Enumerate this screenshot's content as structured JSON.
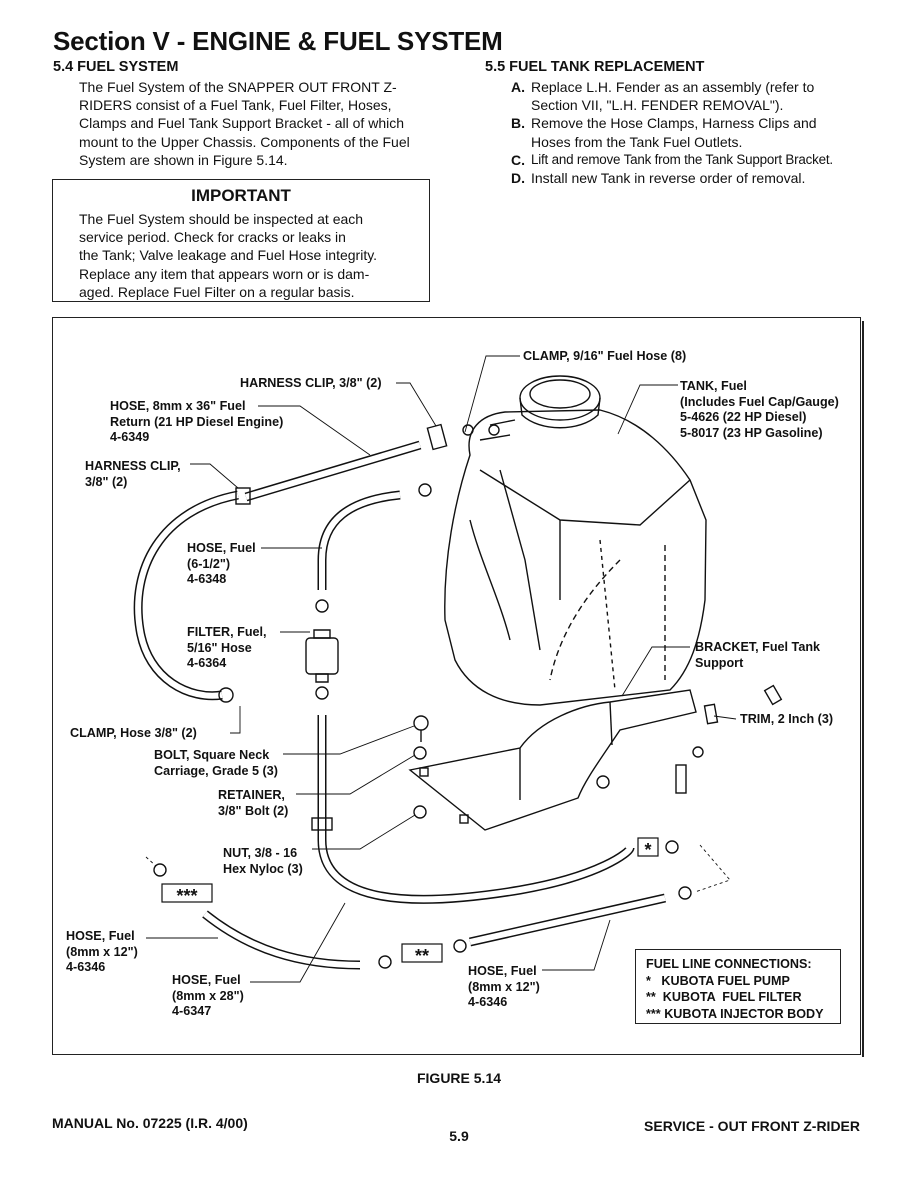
{
  "page": {
    "title": "Section V - ENGINE & FUEL SYSTEM"
  },
  "fuel_system": {
    "heading": "5.4 FUEL SYSTEM",
    "body_lines": [
      "The Fuel System of the SNAPPER OUT FRONT Z-",
      "RIDERS consist of a Fuel Tank, Fuel Filter, Hoses,",
      "Clamps and Fuel Tank Support Bracket - all of which",
      "mount to the Upper Chassis.  Components of the Fuel",
      "System are shown in Figure 5.14."
    ]
  },
  "important": {
    "title": "IMPORTANT",
    "lines": [
      "The Fuel System should be inspected at each",
      "service period.  Check for cracks or leaks in",
      "the Tank; Valve leakage and Fuel Hose integrity.",
      "Replace any item that appears worn or is dam-",
      "aged.  Replace Fuel Filter on a regular basis."
    ]
  },
  "tank_replacement": {
    "heading": "5.5 FUEL TANK REPLACEMENT",
    "steps": [
      {
        "letter": "A.",
        "lines": [
          "Replace L.H. Fender as an assembly (refer to",
          "Section VII, \"L.H. FENDER REMOVAL\")."
        ]
      },
      {
        "letter": "B.",
        "lines": [
          "Remove the Hose Clamps, Harness Clips and",
          "Hoses from the Tank Fuel Outlets."
        ]
      },
      {
        "letter": "C.",
        "lines": [
          "Lift and remove Tank from the Tank Support Bracket."
        ]
      },
      {
        "letter": "D.",
        "lines": [
          "Install new Tank in reverse order of removal."
        ]
      }
    ]
  },
  "figure": {
    "labels": {
      "clamp_916": [
        "CLAMP, 9/16\" Fuel Hose (8)"
      ],
      "harness_clip_top": [
        "HARNESS CLIP, 3/8\" (2)"
      ],
      "hose_return": [
        "HOSE, 8mm x 36\" Fuel",
        "Return (21 HP Diesel Engine)",
        "4-6349"
      ],
      "tank": [
        "TANK, Fuel",
        "(Includes Fuel Cap/Gauge)",
        "5-4626 (22 HP Diesel)",
        "5-8017 (23 HP Gasoline)"
      ],
      "harness_clip_left": [
        "HARNESS CLIP,",
        "3/8\" (2)"
      ],
      "hose_6half": [
        "HOSE, Fuel",
        "(6-1/2\")",
        "4-6348"
      ],
      "filter": [
        "FILTER, Fuel,",
        "5/16\" Hose",
        "4-6364"
      ],
      "bracket": [
        "BRACKET, Fuel Tank",
        "Support"
      ],
      "trim": [
        "TRIM, 2 Inch (3)"
      ],
      "clamp_38": [
        "CLAMP, Hose 3/8\" (2)"
      ],
      "bolt": [
        "BOLT, Square Neck",
        "Carriage, Grade 5 (3)"
      ],
      "retainer": [
        "RETAINER,",
        "3/8\" Bolt (2)"
      ],
      "nut": [
        "NUT, 3/8 - 16",
        "Hex Nyloc (3)"
      ],
      "hose_12_left": [
        "HOSE, Fuel",
        "(8mm x 12\")",
        "4-6346"
      ],
      "hose_28": [
        "HOSE, Fuel",
        "(8mm x 28\")",
        "4-6347"
      ],
      "hose_12_right": [
        "HOSE, Fuel",
        "(8mm x 12\")",
        "4-6346"
      ]
    },
    "markers": {
      "single": "*",
      "double": "**",
      "triple": "***"
    },
    "legend": {
      "title": "FUEL LINE CONNECTIONS:",
      "items": [
        "*   KUBOTA FUEL PUMP",
        "**  KUBOTA  FUEL FILTER",
        "*** KUBOTA INJECTOR BODY"
      ]
    },
    "caption": "FIGURE 5.14"
  },
  "footer": {
    "left": "MANUAL No. 07225 (I.R. 4/00)",
    "center": "5.9",
    "right": "SERVICE - OUT FRONT Z-RIDER"
  }
}
